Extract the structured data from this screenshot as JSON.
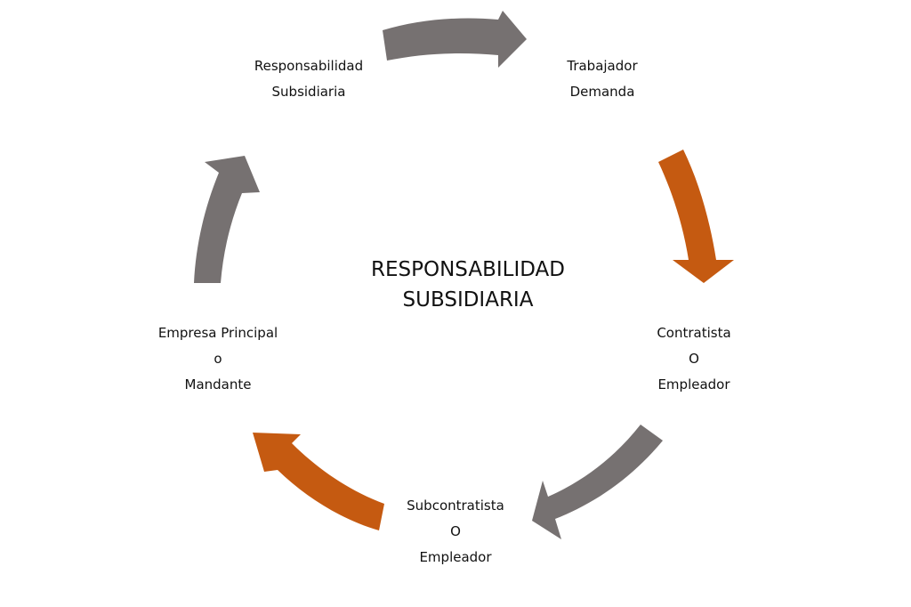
{
  "center_title": {
    "line1": "RESPONSABILIDAD",
    "line2": "SUBSIDIARIA"
  },
  "nodes": {
    "responsabilidad": {
      "lines": [
        "Responsabilidad",
        "Subsidiaria"
      ]
    },
    "trabajador": {
      "lines": [
        "Trabajador",
        "Demanda"
      ]
    },
    "contratista": {
      "lines": [
        "Contratista",
        "O",
        "Empleador"
      ]
    },
    "subcontratista": {
      "lines": [
        "Subcontratista",
        "O",
        "Empleador"
      ]
    },
    "empresa": {
      "lines": [
        "Empresa Principal",
        "o",
        "Mandante"
      ]
    }
  },
  "colors": {
    "arrow_gray": "#767171",
    "arrow_orange": "#c55a11",
    "text": "#111111",
    "background": "#ffffff"
  }
}
